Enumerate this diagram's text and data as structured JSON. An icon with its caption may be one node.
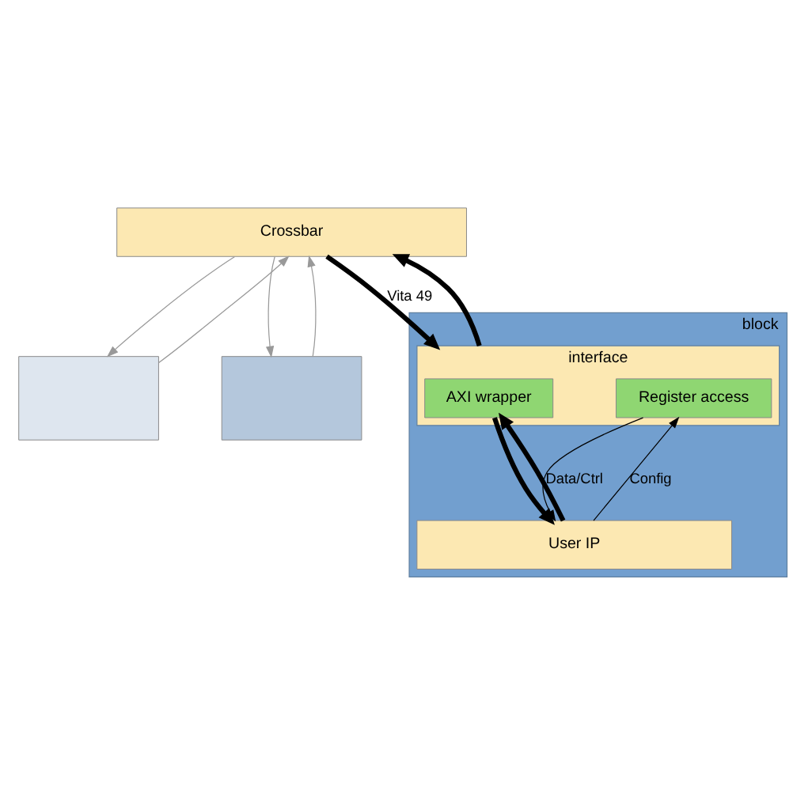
{
  "diagram": {
    "nodes": [
      {
        "text": [
          "Crossbar"
        ]
      },
      {
        "text": [],
        "shape": "box"
      },
      {
        "text": [],
        "shape": "box"
      },
      {
        "text": [
          "block"
        ]
      },
      {
        "text": [
          "interface"
        ],
        "in": 3
      },
      {
        "text": [
          "AXI wrapper"
        ],
        "in": 4
      },
      {
        "text": [
          "Register access"
        ],
        "in": 4
      },
      {
        "text": [
          "User IP"
        ],
        "in": 3
      }
    ],
    "edges": [
      {
        "from": 0,
        "to": 4,
        "arrow": "to",
        "label": "Vita 49",
        "style": "thick"
      },
      {
        "from": 4,
        "to": 0,
        "arrow": "to",
        "style": "thick"
      },
      {
        "from": 0,
        "to": 2,
        "arrow": "to",
        "color": "#999999"
      },
      {
        "from": 2,
        "to": 0,
        "arrow": "to",
        "color": "#999999"
      },
      {
        "from": 0,
        "to": 1,
        "arrow": "to",
        "color": "#999999"
      },
      {
        "from": 1,
        "to": 0,
        "arrow": "to",
        "color": "#999999"
      },
      {
        "from": 5,
        "to": 7,
        "arrow": "to",
        "style": "thick"
      },
      {
        "from": 7,
        "to": 5,
        "arrow": "to",
        "label": "Data/Ctrl",
        "style": "thick"
      },
      {
        "from": 6,
        "to": 7,
        "arrow": "to"
      },
      {
        "from": 7,
        "to": 6,
        "arrow": "to",
        "label": "Config"
      }
    ]
  }
}
